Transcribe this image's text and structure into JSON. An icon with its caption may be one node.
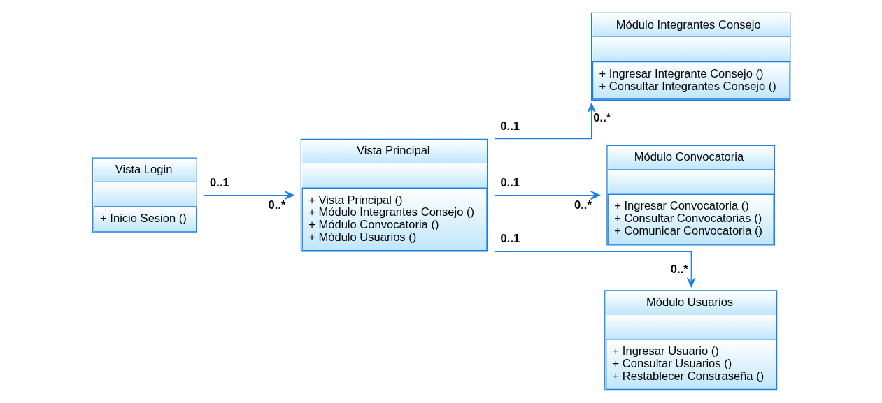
{
  "diagram": {
    "nodes": [
      {
        "text": [
          "Vista Login",
          "+ Inicio Sesion ()"
        ]
      },
      {
        "text": [
          "Vista Principal",
          "+ Vista Principal ()",
          "+ Módulo Integrantes Consejo ()",
          "+ Módulo Convocatoria ()",
          "+ Módulo Usuarios ()"
        ]
      },
      {
        "text": [
          "Módulo Integrantes Consejo",
          "+ Ingresar Integrante Consejo ()",
          "+ Consultar Integrantes Consejo ()"
        ]
      },
      {
        "text": [
          "Módulo Convocatoria",
          "+ Ingresar Convocatoria ()",
          "+ Consultar Convocatorias ()",
          "+ Comunicar Convocatoria ()"
        ]
      },
      {
        "text": [
          "Módulo Usuarios",
          "+ Ingresar Usuario ()",
          "+ Consultar Usuarios ()",
          "+ Restablecer Constraseña ()"
        ]
      }
    ],
    "edges": [
      {
        "from": 0,
        "to": 1,
        "arrow": "to"
      },
      {
        "from": 1,
        "to": 2,
        "arrow": "to"
      },
      {
        "from": 1,
        "to": 3,
        "arrow": "to"
      },
      {
        "from": 1,
        "to": 4,
        "arrow": "to"
      }
    ],
    "labels": [
      "0..1",
      "0..*",
      "0..1",
      "0..*",
      "0..1",
      "0..*",
      "0..1",
      "0..*"
    ]
  }
}
